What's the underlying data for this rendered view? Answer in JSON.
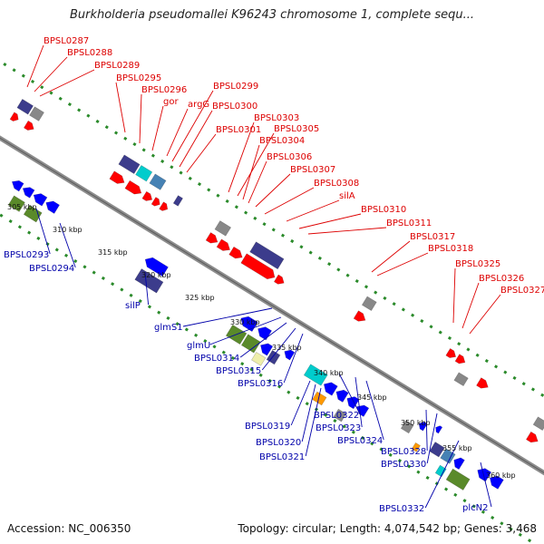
{
  "map": {
    "title": "Burkholderia pseudomallei K96243 chromosome 1, complete sequ...",
    "accession_line": "Accession: NC_006350",
    "summary_line": "Topology: circular; Length: 4,074,542 bp; Genes: 3,468",
    "kbp_labels": [
      "305 kbp",
      "310 kbp",
      "315 kbp",
      "320 kbp",
      "325 kbp",
      "330 kbp",
      "335 kbp",
      "340 kbp",
      "345 kbp",
      "350 kbp",
      "355 kbp",
      "360 kbp"
    ],
    "forward_gene_labels": [
      "BPSL0287",
      "BPSL0288",
      "BPSL0289",
      "BPSL0295",
      "BPSL0296",
      "gor",
      "argG",
      "BPSL0299",
      "BPSL0300",
      "BPSL0301",
      "BPSL0303",
      "BPSL0305",
      "BPSL0304",
      "BPSL0306",
      "BPSL0307",
      "BPSL0308",
      "silA",
      "BPSL0310",
      "BPSL0311",
      "BPSL0317",
      "BPSL0318",
      "BPSL0325",
      "BPSL0326",
      "BPSL0327"
    ],
    "reverse_gene_labels": [
      "BPSL0293",
      "BPSL0294",
      "silP",
      "glmS1",
      "glmU",
      "BPSL0314",
      "BPSL0315",
      "BPSL0316",
      "BPSL0319",
      "BPSL0320",
      "BPSL0321",
      "BPSL0322",
      "BPSL0323",
      "BPSL0324",
      "BPSL0328",
      "BPSL0330",
      "BPSL0332",
      "plcN2"
    ],
    "colors": {
      "backbone": "#8c8c8c",
      "dotted_track": "#2a8a2a",
      "forward_cds": "#ff0000",
      "reverse_cds": "#0000ff",
      "forward_label": "#dd0000",
      "reverse_label": "#0000aa",
      "rna_gene": "#3c3c8c",
      "pseudo_gene": "#888888",
      "gene_green": "#5a8a2a",
      "gene_cyan": "#00cccc",
      "gene_orange": "#ff9900",
      "gene_steelblue": "#4682b4",
      "gene_pale": "#eeeeaa"
    }
  }
}
